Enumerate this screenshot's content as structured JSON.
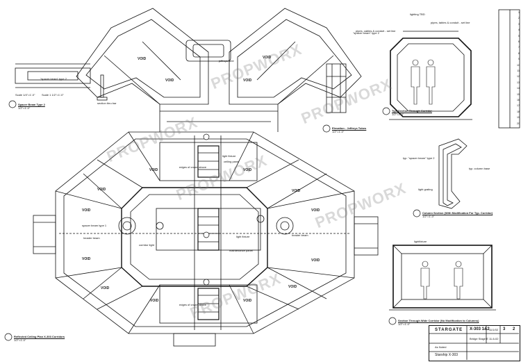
{
  "watermark": "PROPWORX",
  "void_label": "VOID",
  "views": {
    "plan": {
      "title": "Reflected Ceiling Plan X-303 Corridors",
      "scale": "1/2\"=1'-0\""
    },
    "spacer_beam": {
      "title": "Spacer Beam Type 2",
      "scale": "1/2\"=1'-0\""
    },
    "elevation_jeffreys": {
      "title": "Elevation - Jeffreys Tubes",
      "scale": "1/2\"=1'-0\""
    },
    "section_corridor": {
      "title": "Typ. Section Through Corridor",
      "scale": "1/2\"=1'-0\""
    },
    "column_section": {
      "title": "Column Section (With Modification For Typ. Corridor)",
      "scale": "1/2\"=1'-0\""
    },
    "section_wide": {
      "title": "Section Through Wide Corridor (No Modification to Columns)",
      "scale": "1/2\"=1'-0\""
    }
  },
  "scales": {
    "a": "Scale 1/4\"=1'-0\"",
    "b": "Scale 1 1/2\"=1'-0\""
  },
  "notes": {
    "spacer_beam_type2": "\"spacer beam\" type 2",
    "pipes_tables_conduit": "pipes, tables & conduit - set line",
    "lighting_tbd": "lighting TBD",
    "pipes_cables": "pipes, cables & conduit - set line",
    "jeffreys_tube": "jeffreys tube",
    "spacer_beam_type1": "spacer beam type 1",
    "header_beam": "header beam",
    "light_fixture": "light fixture",
    "edges_of_crown": "edges of crown above",
    "ceiling_panel": "ceiling panel",
    "corridor_light": "corridor light",
    "maintenance_panel": "maintenance panel",
    "light_grating": "light grating",
    "pvc_column": "typ. column base",
    "slanted_beam": "typ. \"spacer beam\" type 2",
    "section_bar": "section thru bar",
    "lightfixture_panel": "lightfixture"
  },
  "rev_table": [
    "1",
    "2",
    "3",
    "4",
    "5",
    "6",
    "7",
    "8",
    "9",
    "10",
    "11",
    "12",
    "13",
    "14",
    "15",
    "16",
    "17",
    "18",
    "19",
    "20"
  ],
  "title_block": {
    "brand": "STARGATE",
    "drawing_no": "X-303 1&2",
    "sheet": "3",
    "of": "2",
    "subtitle": "Bridge Stage E",
    "project": "Starship X-303",
    "date": "11/1/02",
    "scale_short": "As Noted",
    "rev": "11-6-02"
  }
}
